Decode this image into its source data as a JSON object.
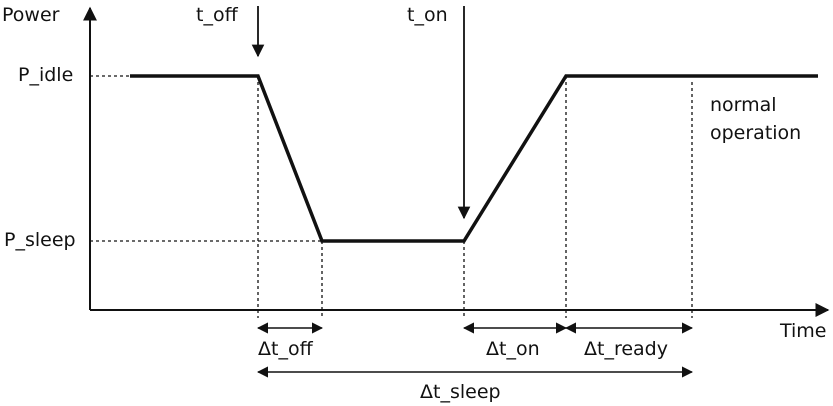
{
  "axes": {
    "y_label": "Power",
    "x_label": "Time"
  },
  "levels": {
    "idle": "P_idle",
    "sleep": "P_sleep"
  },
  "events": {
    "off": "t_off",
    "on": "t_on"
  },
  "annotation": {
    "line1": "normal",
    "line2": "operation"
  },
  "intervals": {
    "off": "Δt_off",
    "on": "Δt_on",
    "ready": "Δt_ready",
    "sleep": "Δt_sleep"
  },
  "colors": {
    "ink": "#111111",
    "background": "#ffffff"
  }
}
